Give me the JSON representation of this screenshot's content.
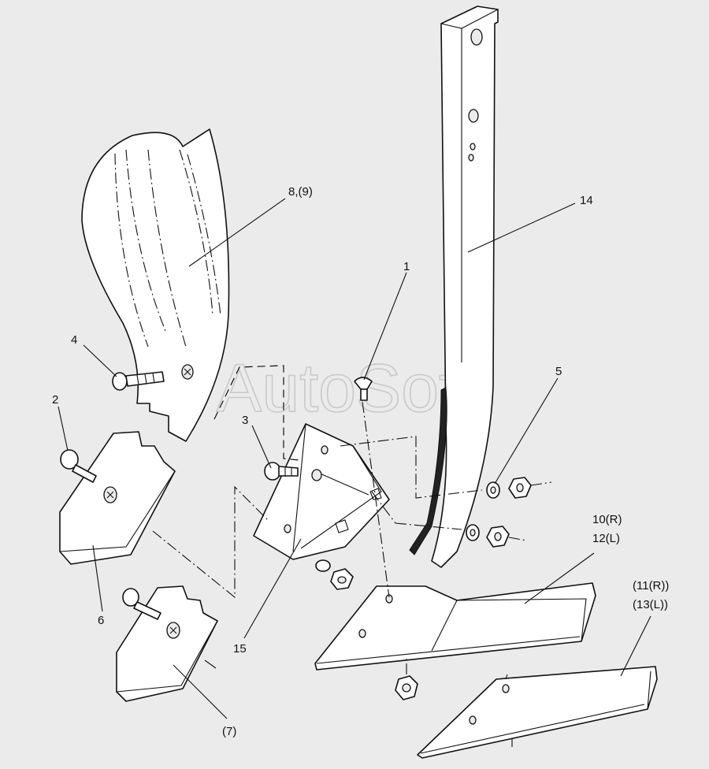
{
  "watermark": "AutoSoft",
  "callouts": {
    "c1": "1",
    "c2": "2",
    "c3": "3",
    "c4": "4",
    "c5": "5",
    "c6": "6",
    "c7": "(7)",
    "c8": "8,(9)",
    "c10a": "10(R)",
    "c10b": "12(L)",
    "c11a": "(11(R))",
    "c11b": "(13(L))",
    "c14": "14",
    "c15": "15"
  }
}
